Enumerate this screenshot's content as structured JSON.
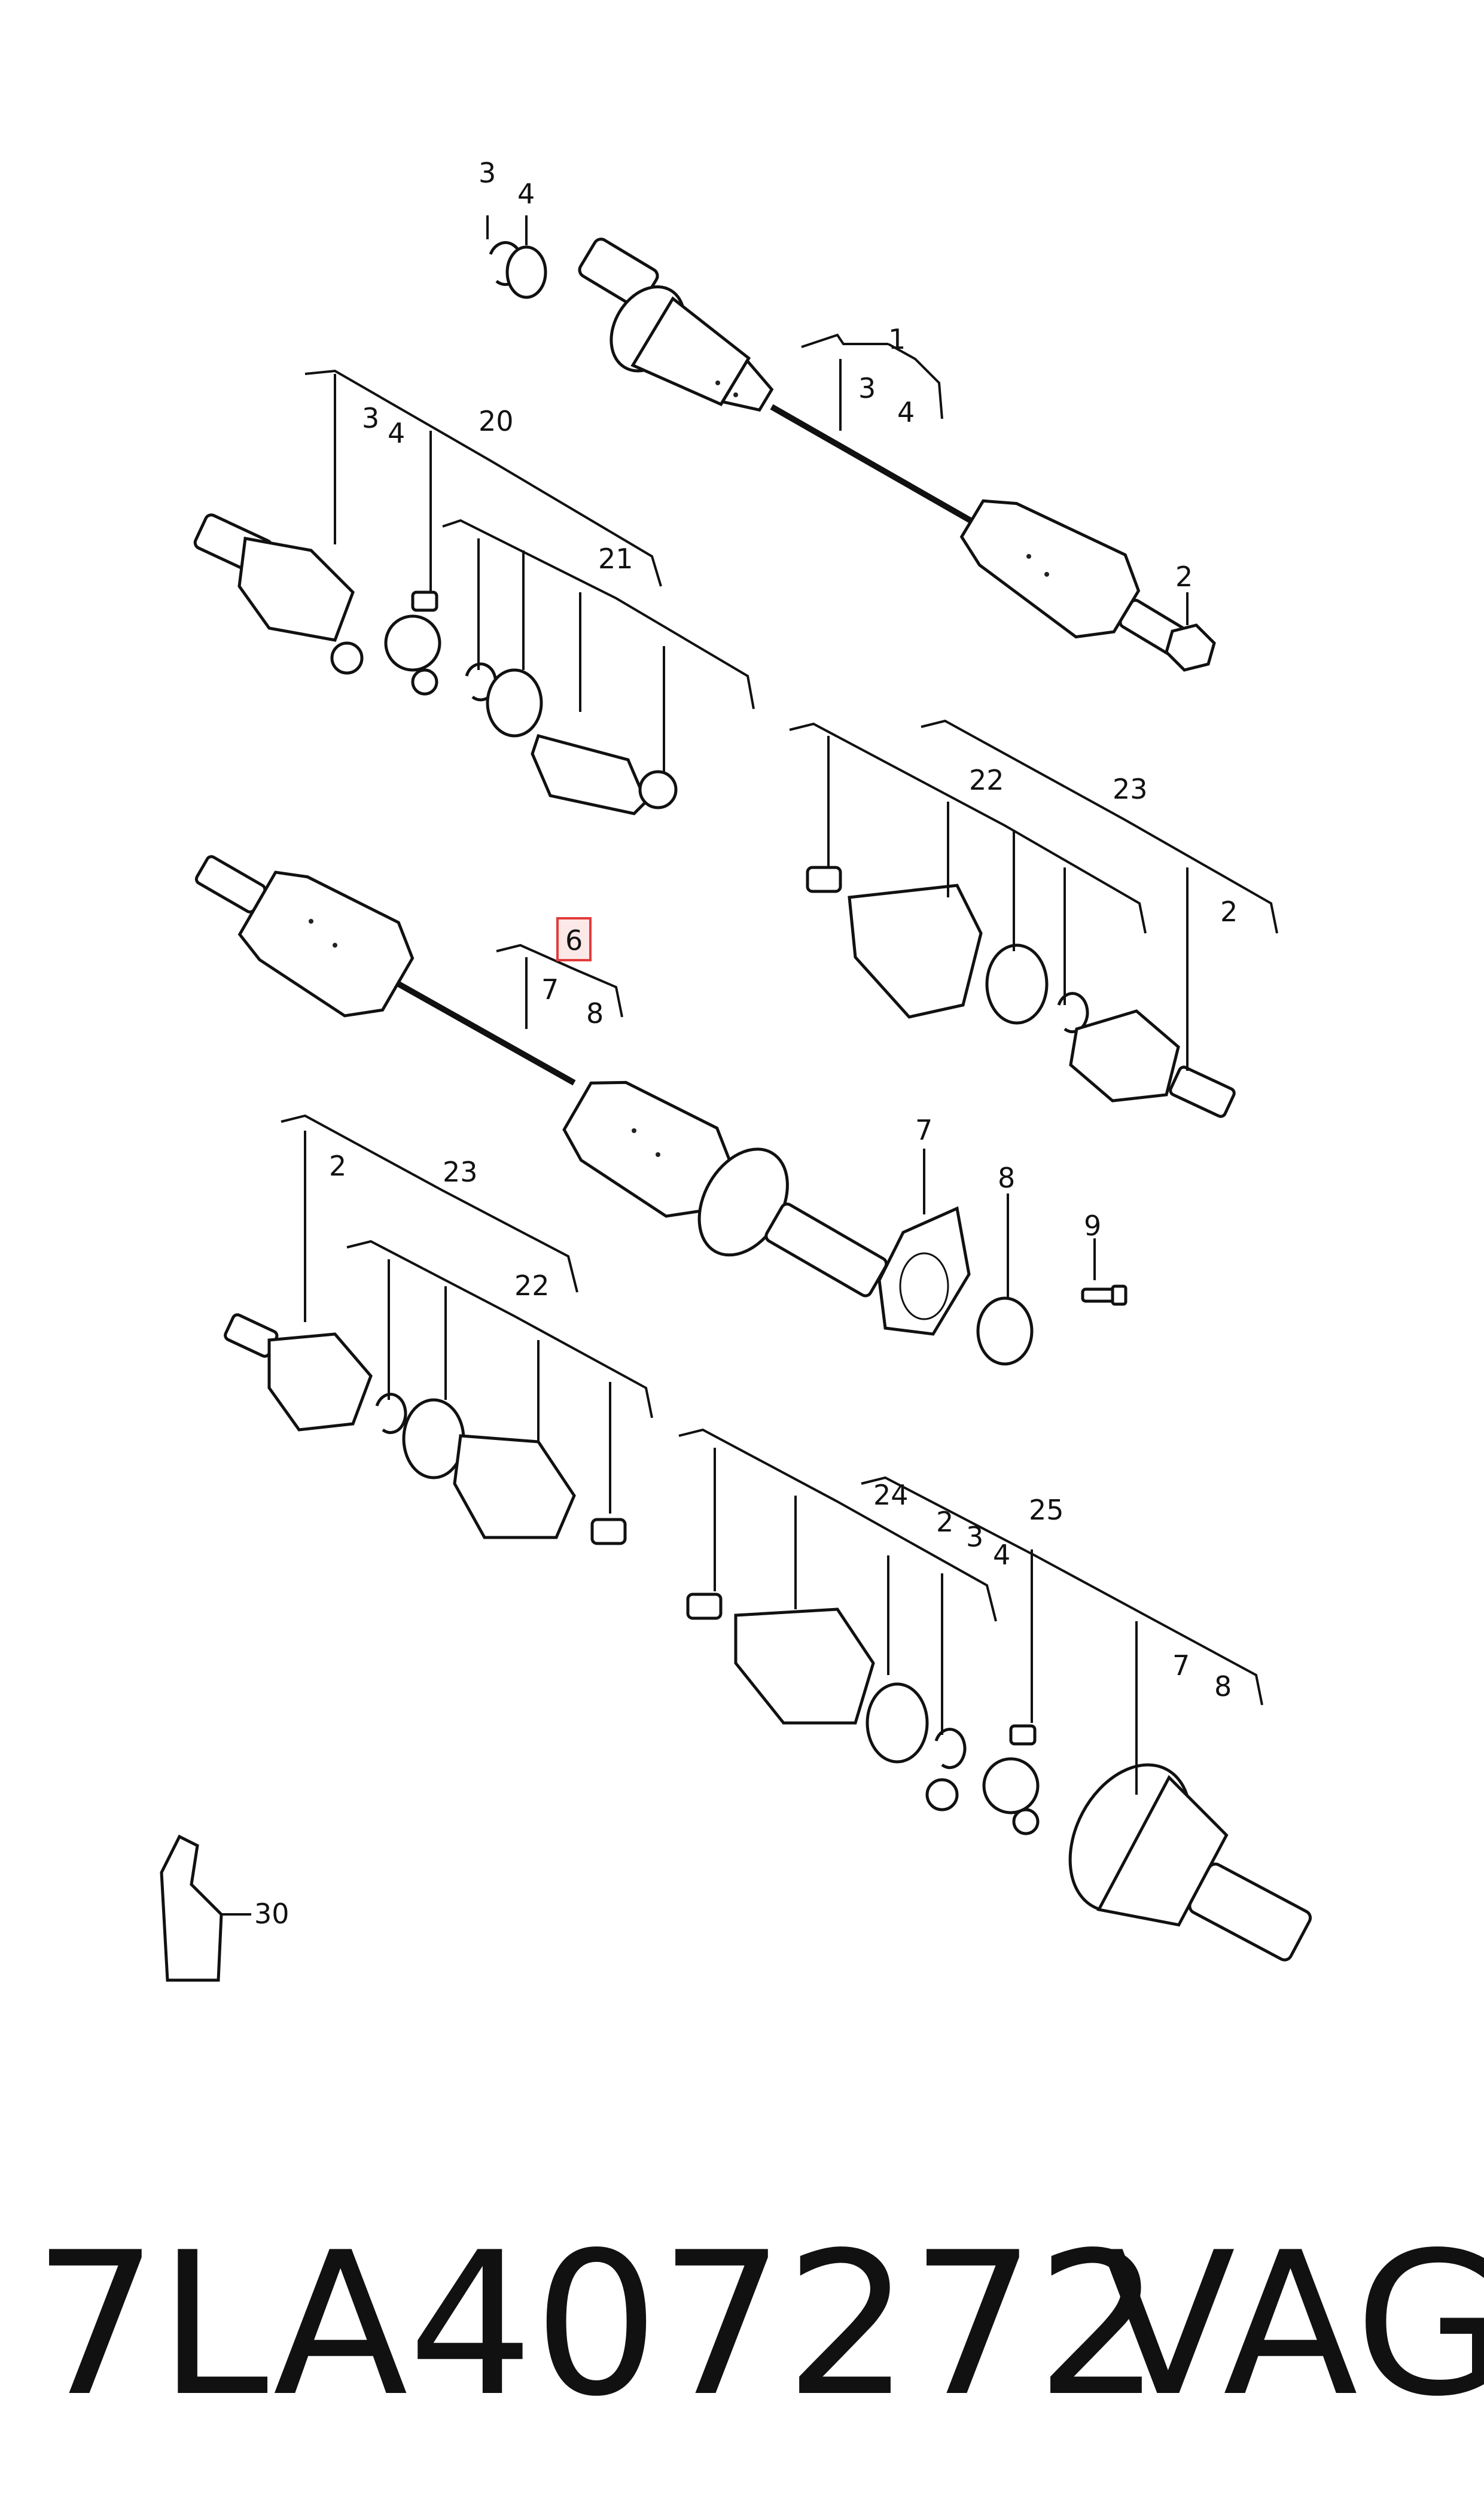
{
  "callouts": {
    "c1": "1",
    "c2a": "2",
    "c3a": "3",
    "c4a": "4",
    "c3b": "3",
    "c4b": "4",
    "c3c": "3",
    "c4c": "4",
    "c20": "20",
    "c21": "21",
    "c22a": "22",
    "c23a": "23",
    "c2b": "2",
    "c6": "6",
    "c7a": "7",
    "c8a": "8",
    "c7b": "7",
    "c8b": "8",
    "c9": "9",
    "c2c": "2",
    "c23b": "23",
    "c22b": "22",
    "c24": "24",
    "c2d": "2",
    "c3d": "3",
    "c4d": "4",
    "c25": "25",
    "c7c": "7",
    "c8c": "8",
    "c30": "30"
  },
  "highlight": {
    "label": "6",
    "color": "#e23b3b"
  },
  "footer": {
    "part_number": "7LA407272",
    "brand": "VAG"
  }
}
